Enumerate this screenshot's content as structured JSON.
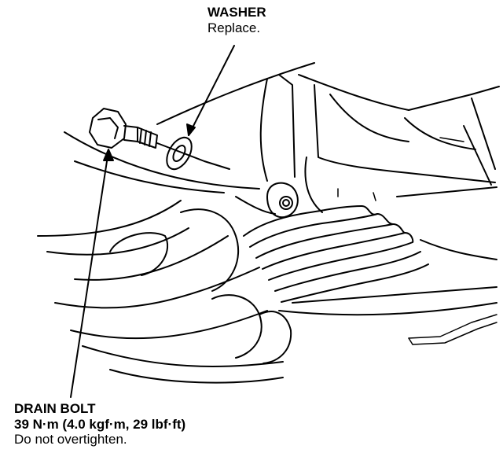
{
  "washer": {
    "title": "WASHER",
    "note": "Replace."
  },
  "drain_bolt": {
    "title": "DRAIN BOLT",
    "torque": "39 N·m (4.0 kgf·m, 29 lbf·ft)",
    "note": "Do not overtighten."
  }
}
